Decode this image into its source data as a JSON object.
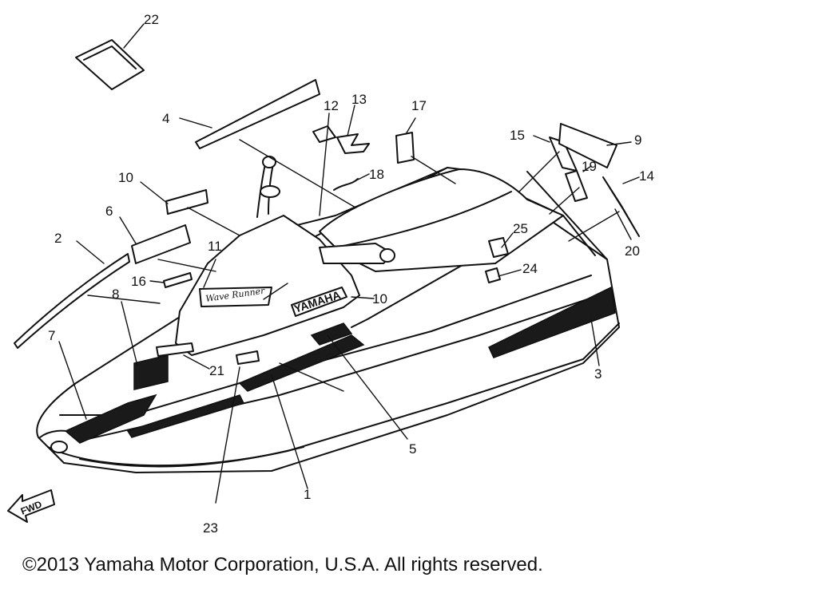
{
  "diagram": {
    "callouts": {
      "c1": "1",
      "c2": "2",
      "c3": "3",
      "c4": "4",
      "c5": "5",
      "c6": "6",
      "c7": "7",
      "c8": "8",
      "c9": "9",
      "c10a": "10",
      "c10b": "10",
      "c11": "11",
      "c12": "12",
      "c13": "13",
      "c14": "14",
      "c15": "15",
      "c16": "16",
      "c17": "17",
      "c18": "18",
      "c19": "19",
      "c20": "20",
      "c21": "21",
      "c22": "22",
      "c23": "23",
      "c24": "24",
      "c25": "25"
    },
    "hood_logo": "YAMAHA",
    "decal_script": "Wave Runner",
    "fwd_arrow": "FWD"
  },
  "copyright": "©2013 Yamaha Motor Corporation, U.S.A. All rights reserved."
}
